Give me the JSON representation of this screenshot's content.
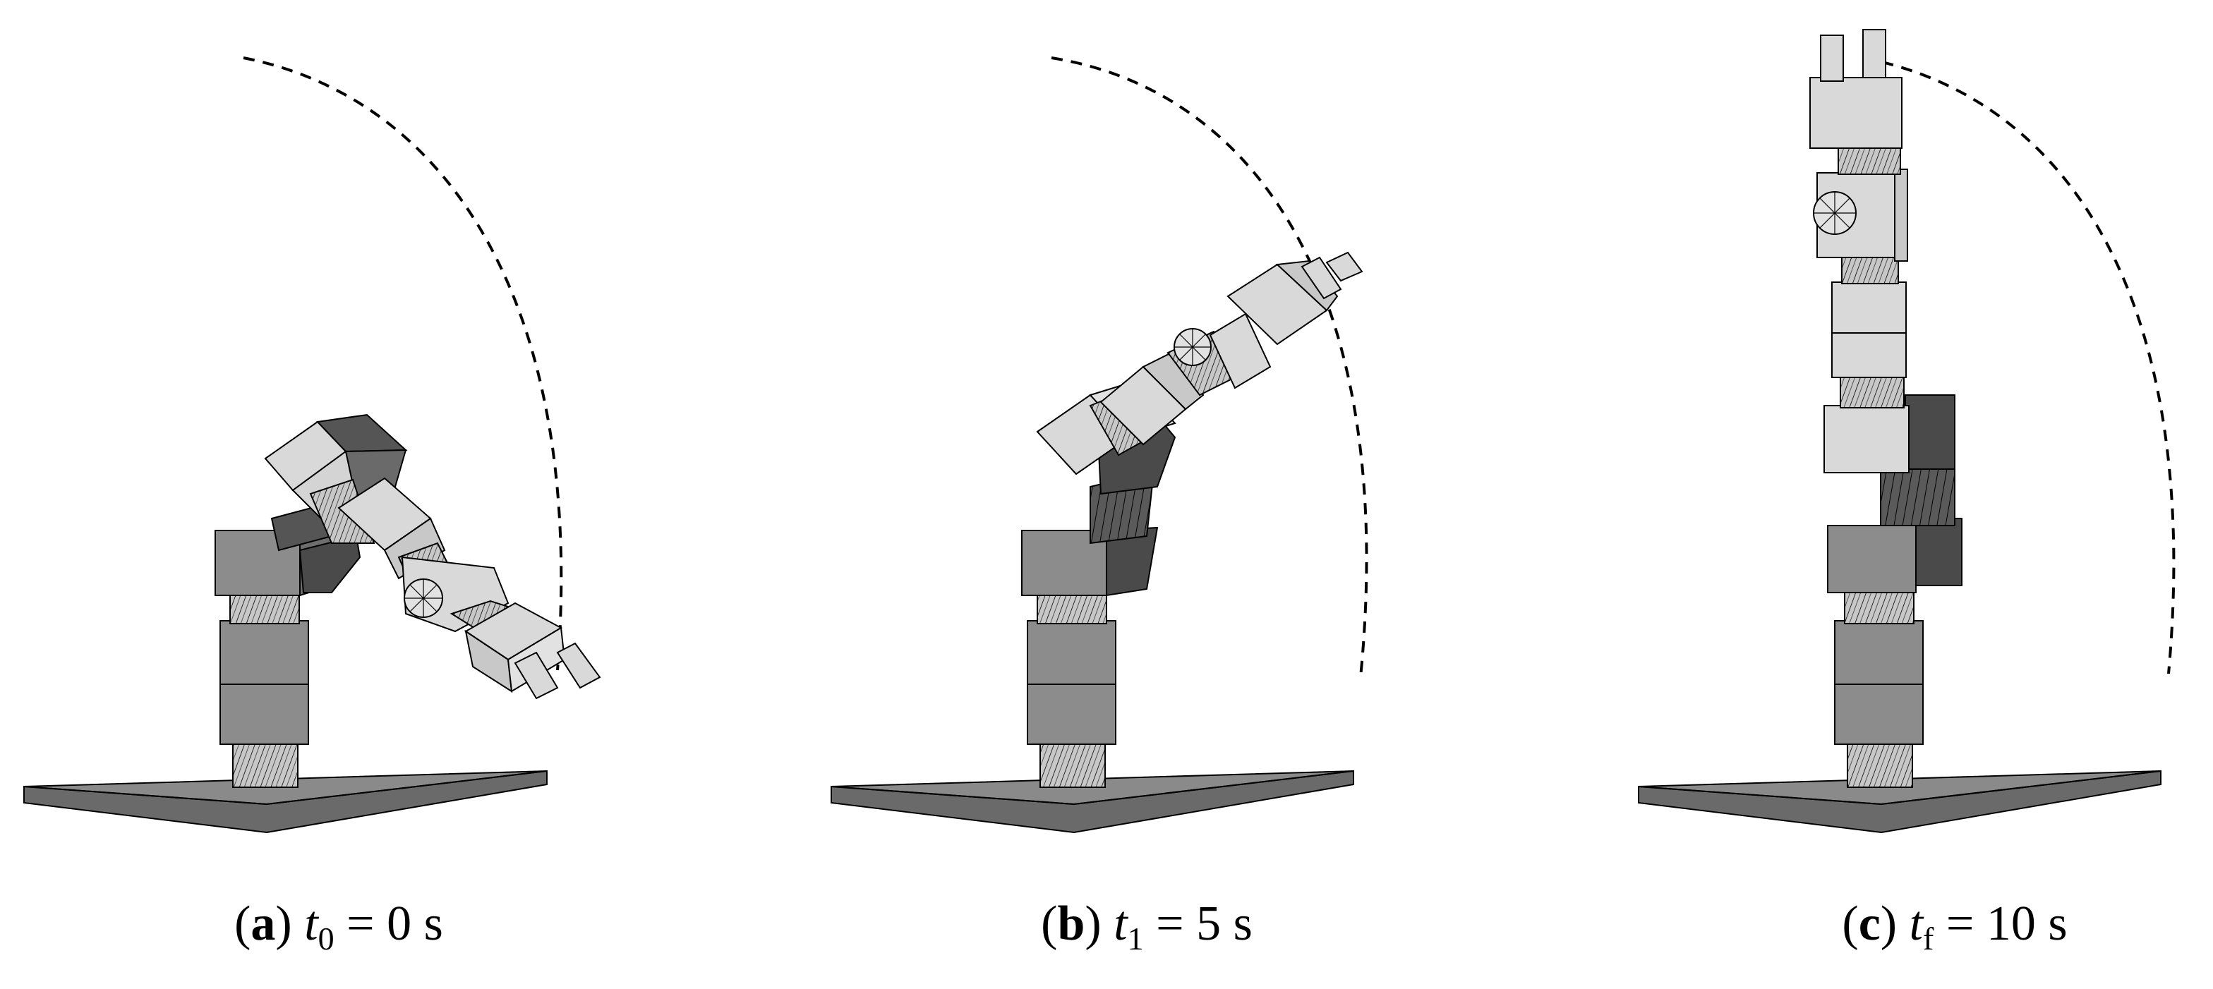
{
  "colors": {
    "light_gray": "#d9d9d9",
    "medium_gray": "#8c8c8c",
    "dark_gray": "#505050",
    "base_top": "#8a8a8a",
    "base_side": "#6a6a6a",
    "outline": "#000000"
  },
  "panels": [
    {
      "id": "a",
      "open": "(",
      "letter": "a",
      "close": ")",
      "var": "t",
      "sub": "0",
      "eq": " = 0 s"
    },
    {
      "id": "b",
      "open": "(",
      "letter": "b",
      "close": ")",
      "var": "t",
      "sub": "1",
      "eq": " = 5 s"
    },
    {
      "id": "c",
      "open": "(",
      "letter": "c",
      "close": ")",
      "var": "t",
      "sub": "f",
      "eq": " = 10 s"
    }
  ]
}
